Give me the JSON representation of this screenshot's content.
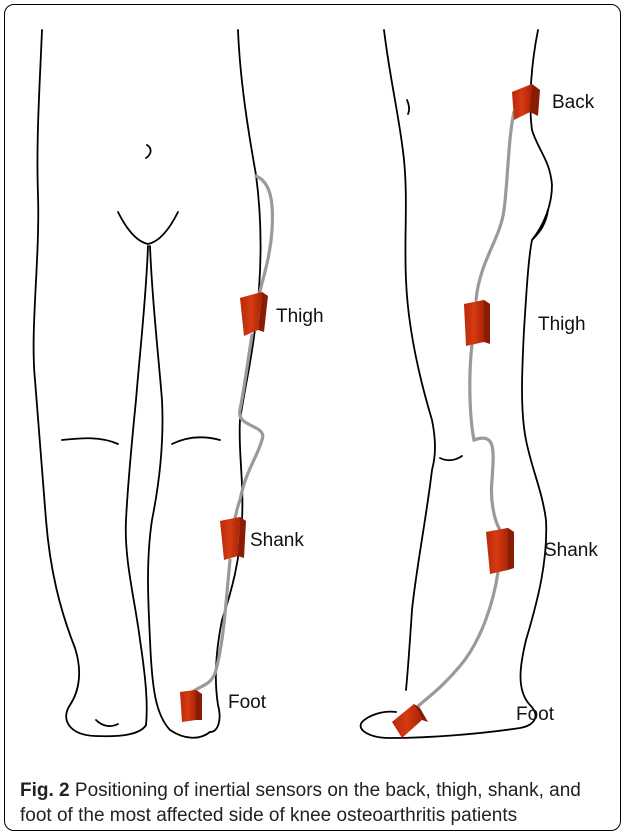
{
  "figure": {
    "sensor_labels": {
      "front_thigh": "Thigh",
      "front_shank": "Shank",
      "front_foot": "Foot",
      "side_back": "Back",
      "side_thigh": "Thigh",
      "side_shank": "Shank",
      "side_foot": "Foot"
    },
    "sensor_color": "#c4300e",
    "cable_color": "#9a9a9a",
    "outline_color": "#000000"
  },
  "caption": {
    "label": "Fig. 2",
    "text": " Positioning of inertial sensors on the back, thigh, shank, and foot of the most affected side of knee osteoarthritis patients"
  }
}
